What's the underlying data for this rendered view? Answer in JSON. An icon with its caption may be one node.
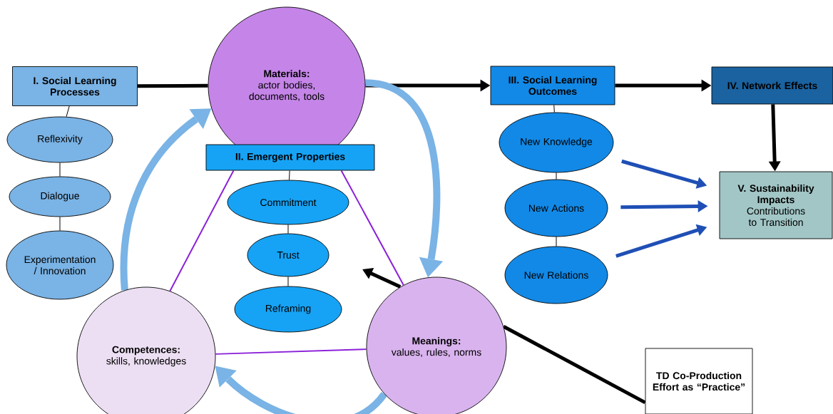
{
  "diagram": {
    "nodes": [
      {
        "text": [
          "I. Social Learning Processes"
        ]
      },
      {
        "text": [
          "Reflexivity"
        ]
      },
      {
        "text": [
          "Dialogue"
        ]
      },
      {
        "text": [
          "Experimentation / Innovation"
        ]
      },
      {
        "text": [
          "Materials:",
          "actor bodies, documents, tools"
        ]
      },
      {
        "text": [
          "II. Emergent Properties"
        ]
      },
      {
        "text": [
          "Commitment"
        ]
      },
      {
        "text": [
          "Trust"
        ]
      },
      {
        "text": [
          "Reframing"
        ]
      },
      {
        "text": [
          "Competences:",
          "skills, knowledges"
        ]
      },
      {
        "text": [
          "Meanings:",
          "values, rules, norms"
        ]
      },
      {
        "text": [
          "III. Social Learning Outcomes"
        ]
      },
      {
        "text": [
          "New Knowledge"
        ]
      },
      {
        "text": [
          "New Actions"
        ]
      },
      {
        "text": [
          "New Relations"
        ]
      },
      {
        "text": [
          "IV. Network Effects"
        ]
      },
      {
        "text": [
          "V. Sustainability Impacts",
          "Contributions to Transition"
        ]
      },
      {
        "text": [
          "TD Co-Production Effort as “Practice”"
        ]
      }
    ],
    "edges": [
      {
        "from": 0,
        "to": 4,
        "arrow": "none",
        "style": "thick"
      },
      {
        "from": 4,
        "to": 11,
        "arrow": "to",
        "style": "thick"
      },
      {
        "from": 11,
        "to": 15,
        "arrow": "to",
        "style": "thick"
      },
      {
        "from": 15,
        "to": 16,
        "arrow": "to",
        "style": "thick"
      },
      {
        "from": 12,
        "to": 16,
        "arrow": "to",
        "style": "thick",
        "color": "#1f4fb5"
      },
      {
        "from": 13,
        "to": 16,
        "arrow": "to",
        "style": "thick",
        "color": "#1f4fb5"
      },
      {
        "from": 14,
        "to": 16,
        "arrow": "to",
        "style": "thick",
        "color": "#1f4fb5"
      },
      {
        "from": 0,
        "to": 1,
        "arrow": "none"
      },
      {
        "from": 1,
        "to": 2,
        "arrow": "none"
      },
      {
        "from": 2,
        "to": 3,
        "arrow": "none"
      },
      {
        "from": 5,
        "to": 6,
        "arrow": "none"
      },
      {
        "from": 6,
        "to": 7,
        "arrow": "none"
      },
      {
        "from": 7,
        "to": 8,
        "arrow": "none"
      },
      {
        "from": 11,
        "to": 12,
        "arrow": "none"
      },
      {
        "from": 12,
        "to": 13,
        "arrow": "none"
      },
      {
        "from": 13,
        "to": 14,
        "arrow": "none"
      },
      {
        "from": 9,
        "to": 5,
        "arrow": "none",
        "color": "#8a1fd8"
      },
      {
        "from": 10,
        "to": 5,
        "arrow": "none",
        "color": "#8a1fd8"
      },
      {
        "from": 9,
        "to": 10,
        "arrow": "none",
        "color": "#8a1fd8"
      },
      {
        "from": 9,
        "to": 4,
        "arrow": "to",
        "style": "thick",
        "color": "#7ab3e5"
      },
      {
        "from": 4,
        "to": 10,
        "arrow": "to",
        "style": "thick",
        "color": "#7ab3e5"
      },
      {
        "from": 10,
        "to": 9,
        "arrow": "to",
        "style": "thick",
        "color": "#7ab3e5"
      },
      {
        "from": 10,
        "to": null,
        "arrow": "to",
        "style": "thick"
      },
      {
        "from": 10,
        "to": 17,
        "arrow": "none",
        "style": "thick"
      }
    ]
  }
}
